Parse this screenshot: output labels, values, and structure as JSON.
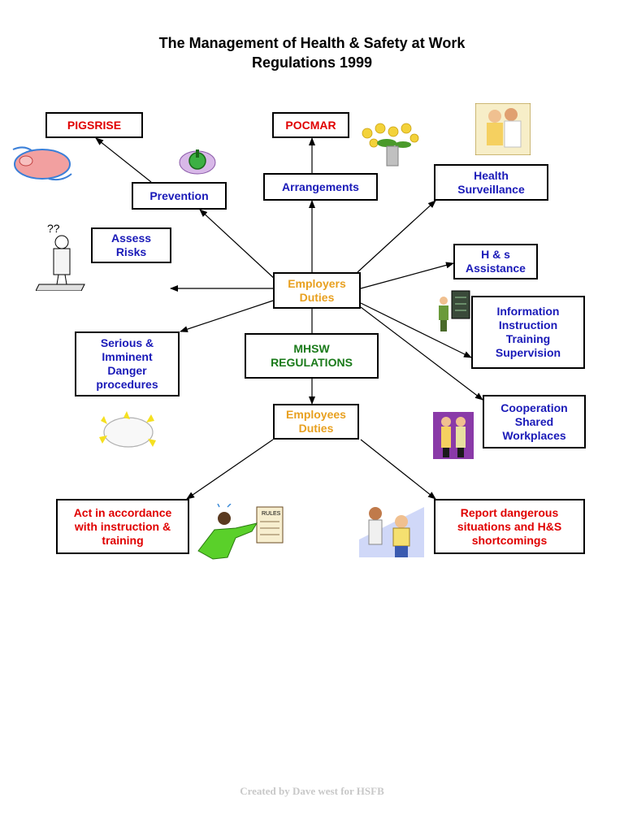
{
  "title": {
    "line1": "The Management of Health & Safety at Work",
    "line2": "Regulations 1999"
  },
  "nodes": {
    "pigsrise": "PIGSRISE",
    "pocmar": "POCMAR",
    "prevention": "Prevention",
    "arrangements": "Arrangements",
    "health_surveillance": "Health\nSurveillance",
    "assess_risks": "Assess\nRisks",
    "employers_duties": "Employers\nDuties",
    "hs_assistance": "H & s\nAssistance",
    "information": "Information\nInstruction\nTraining\nSupervision",
    "serious_danger": "Serious &\nImminent\nDanger\nprocedures",
    "mhsw": "MHSW\nREGULATIONS",
    "cooperation": "Cooperation\nShared\nWorkplaces",
    "employees_duties": "Employees\nDuties",
    "act_accordance": "Act in accordance\nwith instruction &\ntraining",
    "report_dangerous": "Report dangerous\nsituations and H&S\nshortcomings"
  },
  "colors": {
    "blue_text": "#1a1ab8",
    "red_text": "#e00000",
    "orange_text": "#e8a020",
    "green_text": "#1a7a1a"
  },
  "footer": "Created by Dave west for HSFB"
}
